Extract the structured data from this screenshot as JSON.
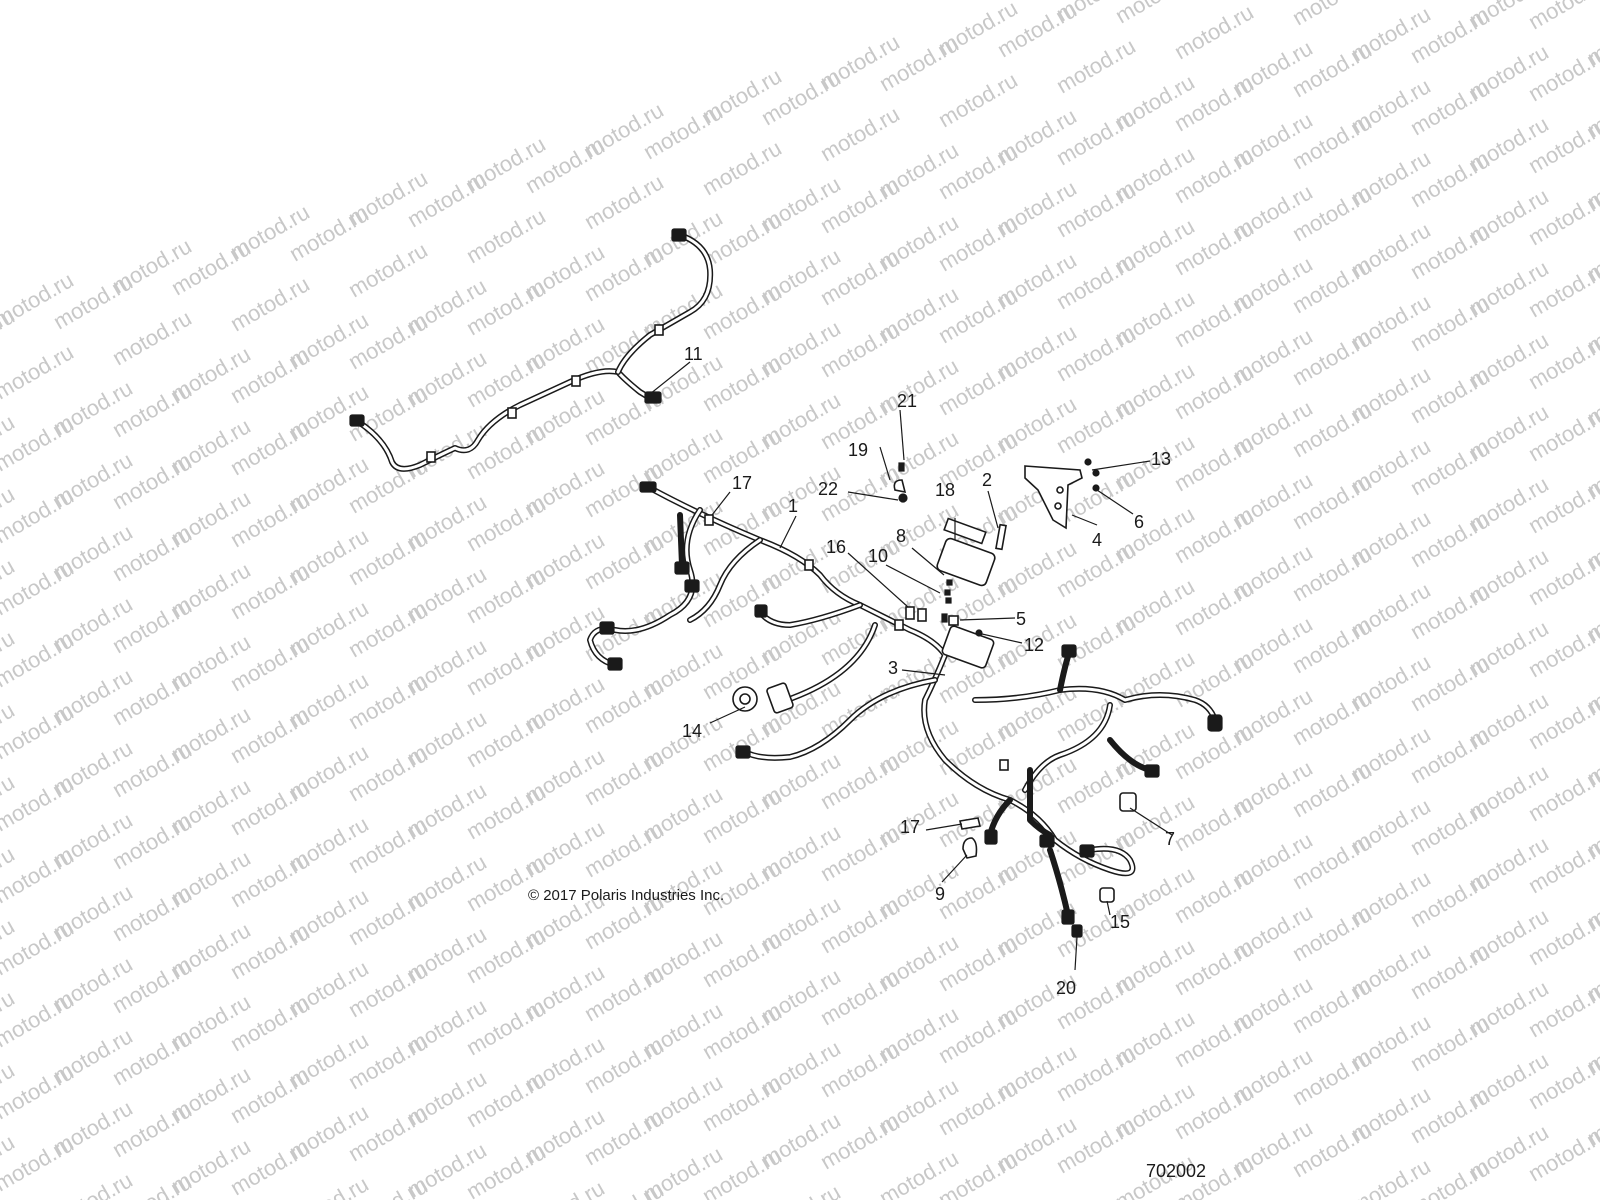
{
  "watermark": {
    "text": "motod.ru",
    "color": "#c8c8c8"
  },
  "diagram": {
    "copyright": "© 2017 Polaris Industries Inc.",
    "figure_number": "702002",
    "callouts": [
      {
        "id": "c1",
        "label": "1"
      },
      {
        "id": "c2",
        "label": "2"
      },
      {
        "id": "c3",
        "label": "3"
      },
      {
        "id": "c4",
        "label": "4"
      },
      {
        "id": "c5",
        "label": "5"
      },
      {
        "id": "c6",
        "label": "6"
      },
      {
        "id": "c7",
        "label": "7"
      },
      {
        "id": "c8",
        "label": "8"
      },
      {
        "id": "c9",
        "label": "9"
      },
      {
        "id": "c10",
        "label": "10"
      },
      {
        "id": "c11",
        "label": "11"
      },
      {
        "id": "c12",
        "label": "12"
      },
      {
        "id": "c13",
        "label": "13"
      },
      {
        "id": "c14",
        "label": "14"
      },
      {
        "id": "c15",
        "label": "15"
      },
      {
        "id": "c16",
        "label": "16"
      },
      {
        "id": "c17a",
        "label": "17"
      },
      {
        "id": "c17b",
        "label": "17"
      },
      {
        "id": "c18",
        "label": "18"
      },
      {
        "id": "c19",
        "label": "19"
      },
      {
        "id": "c20",
        "label": "20"
      },
      {
        "id": "c21",
        "label": "21"
      },
      {
        "id": "c22",
        "label": "22"
      }
    ]
  }
}
